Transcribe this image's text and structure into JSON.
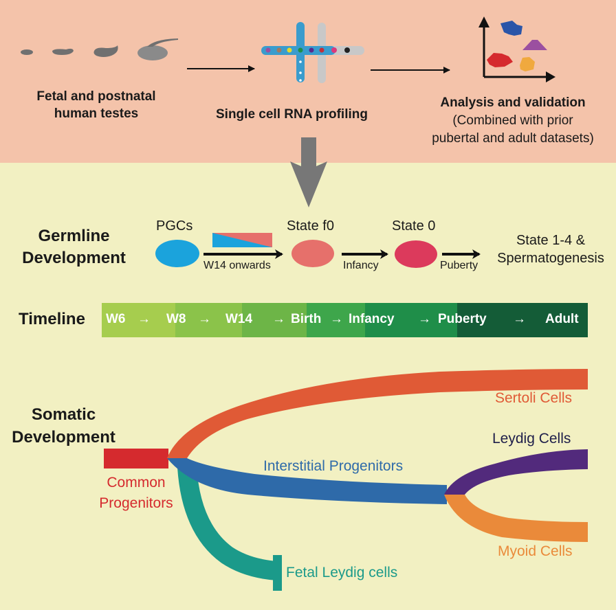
{
  "workflow": {
    "step1_label_line1": "Fetal and postnatal",
    "step1_label_line2": "human testes",
    "step2_label": "Single cell RNA profiling",
    "step3_label_line1": "Analysis and validation",
    "step3_label_line2": "(Combined with prior",
    "step3_label_line3": "pubertal and adult datasets)",
    "colors": {
      "top_band": "#f4c3aa",
      "bottom_band": "#f2f0c2",
      "tissue": "#707070",
      "down_arrow": "#777777"
    }
  },
  "germline": {
    "title_line1": "Germline",
    "title_line2": "Development",
    "nodes": [
      {
        "label": "PGCs",
        "color": "#1ba3dc"
      },
      {
        "label": "State f0",
        "color": "#e6706b"
      },
      {
        "label": "State 0",
        "color": "#dc3a5c"
      }
    ],
    "transitions": [
      {
        "label": "W14 onwards"
      },
      {
        "label": "Infancy"
      },
      {
        "label": "Puberty"
      }
    ],
    "final_line1": "State 1-4 &",
    "final_line2": "Spermatogenesis"
  },
  "timeline": {
    "title": "Timeline",
    "arrow": "→",
    "stages": [
      {
        "label": "W6",
        "color": "#a6cd4e"
      },
      {
        "label": "W8",
        "color": "#8bc34a"
      },
      {
        "label": "W14",
        "color": "#6db547"
      },
      {
        "label": "Birth",
        "color": "#3ea64b"
      },
      {
        "label": "Infancy",
        "color": "#1f8e49"
      },
      {
        "label": "Puberty",
        "color": "#145c37"
      },
      {
        "label": "Adult",
        "color": "#145c37"
      }
    ]
  },
  "somatic": {
    "title_line1": "Somatic",
    "title_line2": "Development",
    "lineages": {
      "common": {
        "line1": "Common",
        "line2": "Progenitors",
        "color": "#d52a2e"
      },
      "sertoli": {
        "label": "Sertoli Cells",
        "color": "#e05a36"
      },
      "interstitial": {
        "label": "Interstitial Progenitors",
        "color": "#2e6aa9"
      },
      "leydig": {
        "label": "Leydig Cells",
        "color": "#522a7c",
        "text_color": "#1e1e4a"
      },
      "myoid": {
        "label": "Myoid Cells",
        "color": "#ea8a3a"
      },
      "fetal_leydig": {
        "label": "Fetal Leydig cells",
        "color": "#1b9a8a"
      }
    }
  }
}
